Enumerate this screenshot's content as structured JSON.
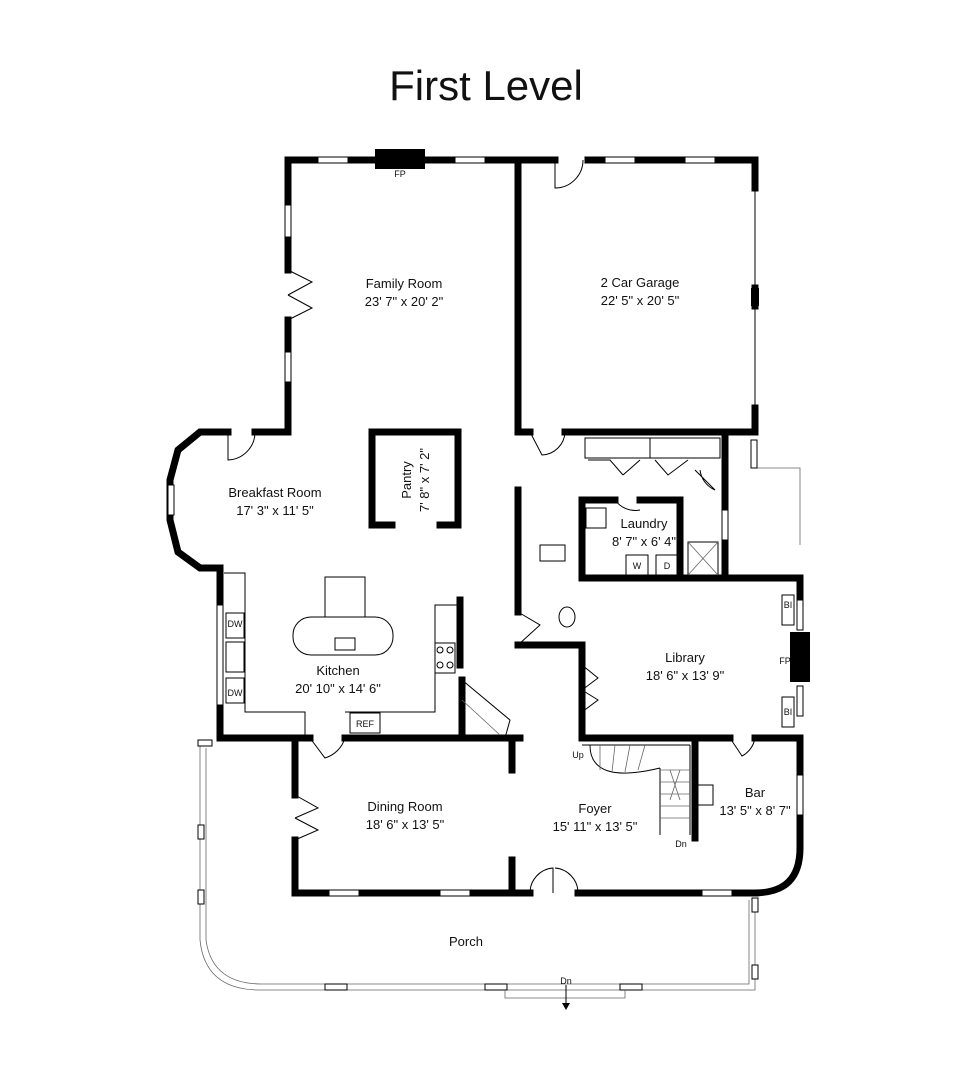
{
  "title": "First Level",
  "rooms": {
    "family_room": {
      "name": "Family Room",
      "dims": "23' 7\" x 20' 2\""
    },
    "garage": {
      "name": "2 Car Garage",
      "dims": "22' 5\" x 20' 5\""
    },
    "breakfast_room": {
      "name": "Breakfast Room",
      "dims": "17' 3\" x 11' 5\""
    },
    "pantry": {
      "name": "Pantry",
      "dims": "7' 8\" x 7' 2\""
    },
    "laundry": {
      "name": "Laundry",
      "dims": "8' 7\" x 6' 4\""
    },
    "kitchen": {
      "name": "Kitchen",
      "dims": "20' 10\" x 14' 6\""
    },
    "library": {
      "name": "Library",
      "dims": "18' 6\" x 13' 9\""
    },
    "dining_room": {
      "name": "Dining Room",
      "dims": "18' 6\" x 13' 5\""
    },
    "foyer": {
      "name": "Foyer",
      "dims": "15' 11\" x 13' 5\""
    },
    "bar": {
      "name": "Bar",
      "dims": "13' 5\" x 8' 7\""
    },
    "porch": {
      "name": "Porch"
    }
  },
  "labels": {
    "fp_family": "FP",
    "fp_library": "FP",
    "dw_top": "DW",
    "dw_bottom": "DW",
    "ref": "REF",
    "washer": "W",
    "dryer": "D",
    "bi_top": "BI",
    "bi_bottom": "BI",
    "up": "Up",
    "dn_stair": "Dn",
    "dn_porch": "Dn"
  }
}
